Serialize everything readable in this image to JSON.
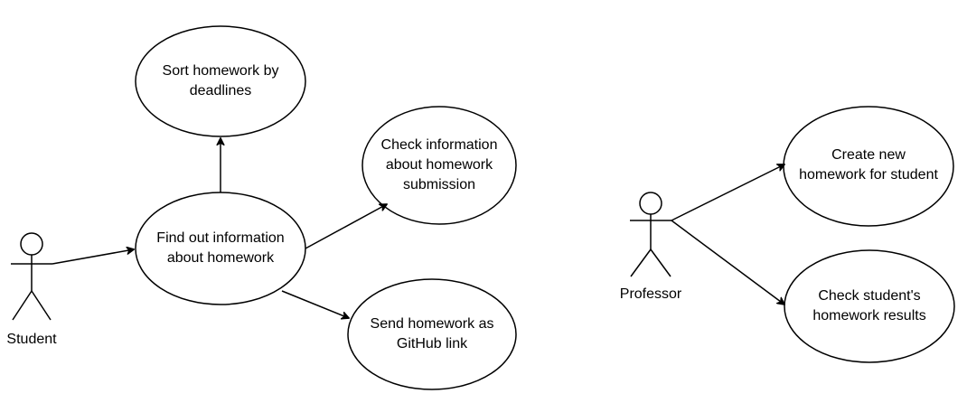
{
  "colors": {
    "stroke": "#000000",
    "fill": "#ffffff",
    "text": "#000000"
  },
  "actors": {
    "student": {
      "label": "Student"
    },
    "professor": {
      "label": "Professor"
    }
  },
  "use_cases": {
    "sort": {
      "text": "Sort homework by\ndeadlines"
    },
    "find": {
      "text": "Find out information\nabout homework"
    },
    "check_info": {
      "text": "Check information\nabout homework\nsubmission"
    },
    "send": {
      "text": "Send homework as\nGitHub link"
    },
    "create": {
      "text": "Create new\nhomework for student"
    },
    "check_results": {
      "text": "Check student's\nhomework results"
    }
  }
}
